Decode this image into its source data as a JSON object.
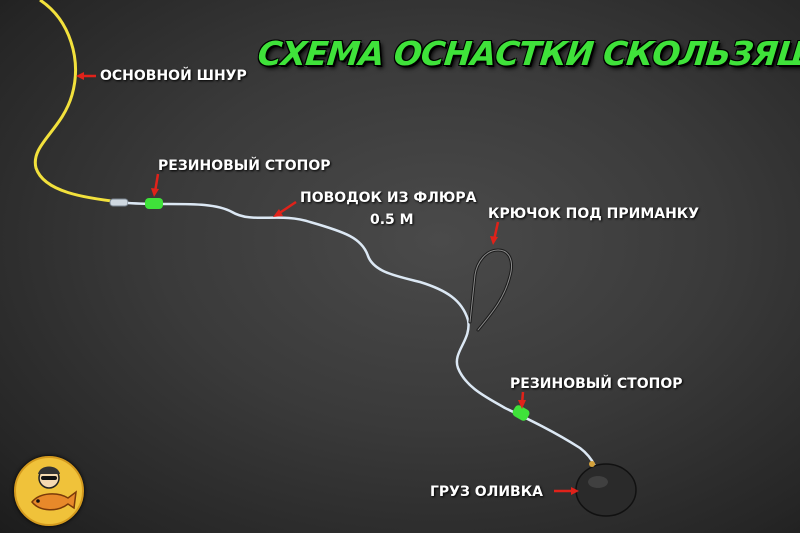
{
  "title": "СХЕМА ОСНАСТКИ СКОЛЬЗЯЩИЙ ДРОПШОТ",
  "labels": {
    "main_line": "ОСНОВНОЙ ШНУР",
    "rubber_stopper_top": "РЕЗИНОВЫЙ СТОПОР",
    "leader": "ПОВОДОК ИЗ ФЛЮРА",
    "leader_length": "0.5 М",
    "hook": "КРЮЧОК ПОД ПРИМАНКУ",
    "rubber_stopper_bottom": "РЕЗИНОВЫЙ СТОПОР",
    "sinker": "ГРУЗ ОЛИВКА"
  },
  "colors": {
    "title": "#3fe23a",
    "main_line": "#f2e13c",
    "leader": "#dce8f4",
    "stopper": "#3fe23a",
    "arrow": "#e0221a",
    "sinker": "#2a2a2a"
  },
  "icons": [
    "arrow-icon",
    "hook-icon",
    "stopper-icon",
    "sinker-icon",
    "fisherman-logo-icon"
  ]
}
